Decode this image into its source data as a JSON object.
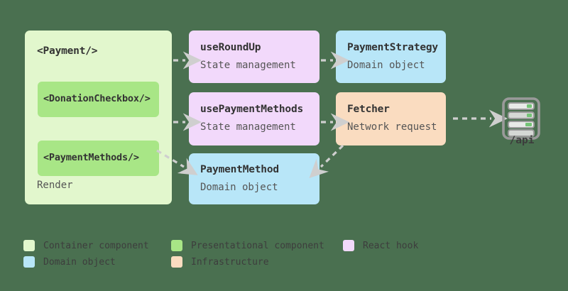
{
  "diagram": {
    "background_color": "#4a7050",
    "container": {
      "title": "<Payment/>",
      "footer": "Render",
      "color": "#e2f7cd",
      "children": [
        {
          "title": "<DonationCheckbox/>",
          "color": "#a8e686"
        },
        {
          "title": "<PaymentMethods/>",
          "color": "#a8e686"
        }
      ]
    },
    "nodes": [
      {
        "id": "useRoundUp",
        "title": "useRoundUp",
        "subtitle": "State management",
        "kind": "React hook",
        "color": "#f2d9fb"
      },
      {
        "id": "usePaymentMethods",
        "title": "usePaymentMethods",
        "subtitle": "State management",
        "kind": "React hook",
        "color": "#f2d9fb"
      },
      {
        "id": "PaymentMethod",
        "title": "PaymentMethod",
        "subtitle": "Domain object",
        "kind": "Domain object",
        "color": "#b8e6f8"
      },
      {
        "id": "PaymentStrategy",
        "title": "PaymentStrategy",
        "subtitle": "Domain object",
        "kind": "Domain object",
        "color": "#b8e6f8"
      },
      {
        "id": "Fetcher",
        "title": "Fetcher",
        "subtitle": "Network request",
        "kind": "Infrastructure",
        "color": "#fadcc0"
      }
    ],
    "endpoint": {
      "icon": "server-icon",
      "label": "/api"
    },
    "edges": [
      {
        "from": "<Payment/>",
        "to": "useRoundUp",
        "style": "dashed"
      },
      {
        "from": "<Payment/>",
        "to": "usePaymentMethods",
        "style": "dashed"
      },
      {
        "from": "<PaymentMethods/>",
        "to": "PaymentMethod",
        "style": "dashed"
      },
      {
        "from": "useRoundUp",
        "to": "PaymentStrategy",
        "style": "dashed"
      },
      {
        "from": "usePaymentMethods",
        "to": "Fetcher",
        "style": "dashed"
      },
      {
        "from": "Fetcher",
        "to": "PaymentMethod",
        "style": "dashed"
      },
      {
        "from": "Fetcher",
        "to": "/api",
        "style": "dashed"
      }
    ],
    "arrow_color": "#cfcfcf"
  },
  "legend": {
    "items": [
      {
        "label": "Container component",
        "color": "#e2f7cd"
      },
      {
        "label": "Presentational component",
        "color": "#a8e686"
      },
      {
        "label": "React hook",
        "color": "#f2d9fb"
      },
      {
        "label": "Domain object",
        "color": "#b8e6f8"
      },
      {
        "label": "Infrastructure",
        "color": "#fadcc0"
      }
    ]
  }
}
